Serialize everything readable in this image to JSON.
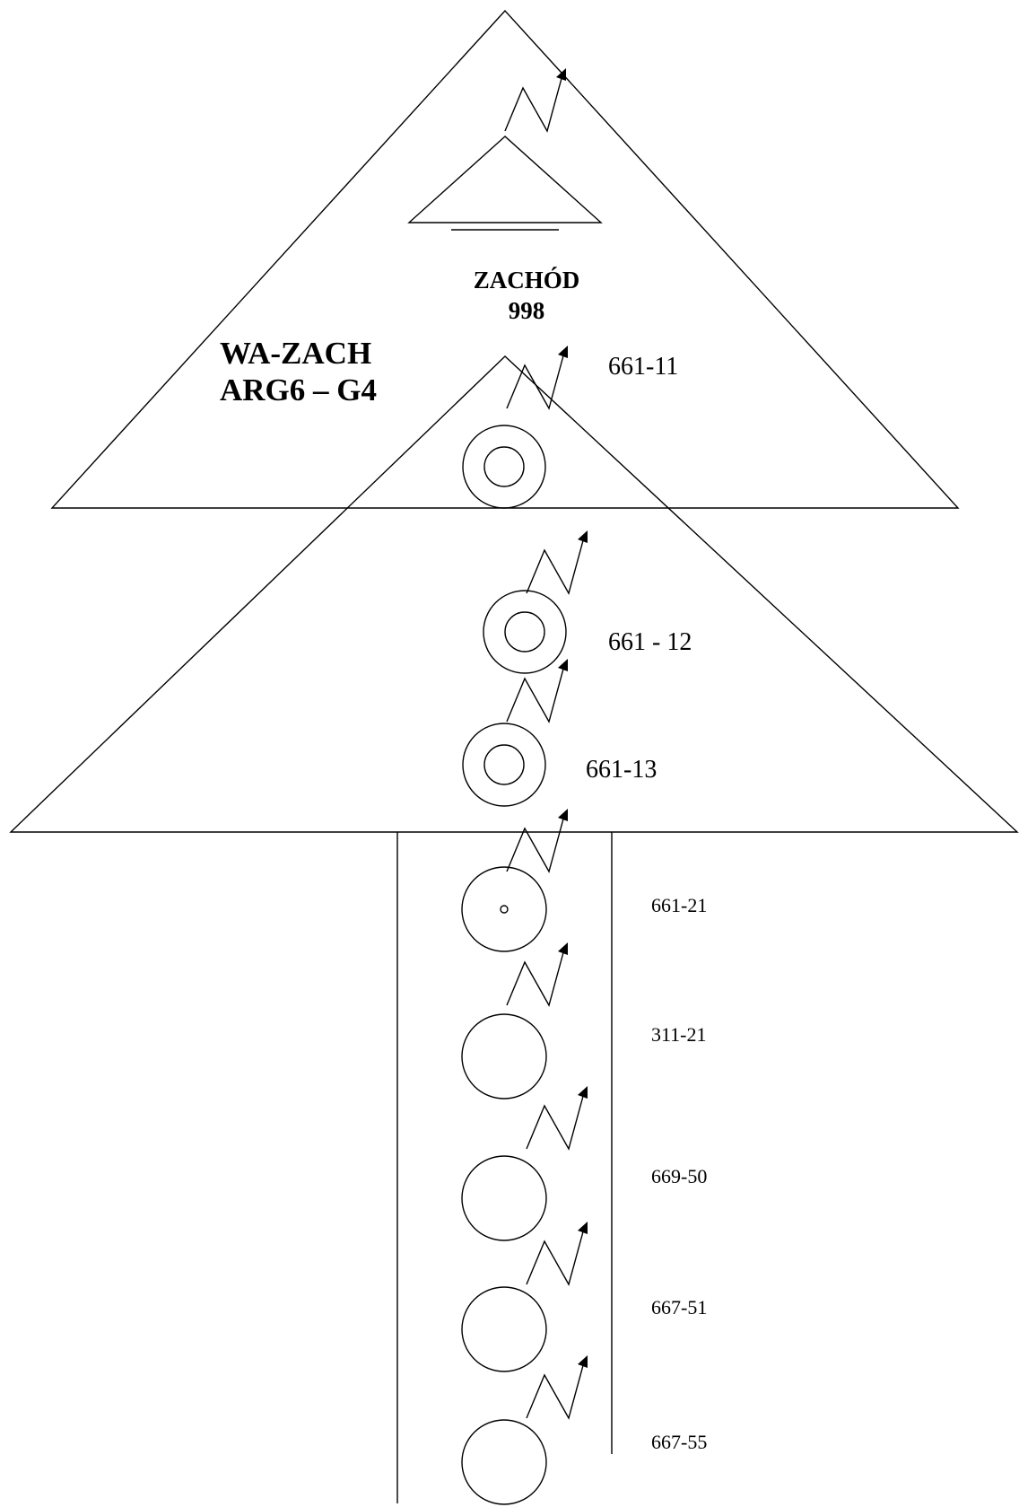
{
  "top_block": {
    "title_line1": "ZACHÓD",
    "title_line2": "998"
  },
  "side_block": {
    "line1": "WA-ZACH",
    "line2": "ARG6 – G4"
  },
  "stations": [
    {
      "label": "661-11",
      "symbol": "double-circle"
    },
    {
      "label": "661 - 12",
      "symbol": "double-circle"
    },
    {
      "label": "661-13",
      "symbol": "double-circle"
    },
    {
      "label": "661-21",
      "symbol": "circle-with-dot"
    },
    {
      "label": "311-21",
      "symbol": "circle"
    },
    {
      "label": "669-50",
      "symbol": "circle"
    },
    {
      "label": "667-51",
      "symbol": "circle"
    },
    {
      "label": "667-55",
      "symbol": "circle"
    }
  ]
}
